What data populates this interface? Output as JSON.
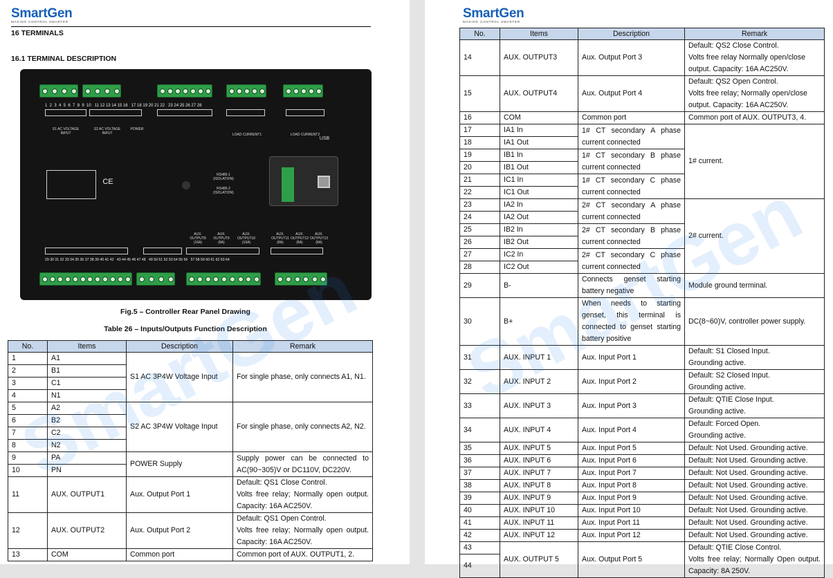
{
  "brand": {
    "name": "SmartGen",
    "tagline": "MAKING CONTROL SMARTER",
    "color": "#1560b8"
  },
  "left": {
    "section": "16   TERMINALS",
    "subsection": "16.1   TERMINAL DESCRIPTION",
    "figure_caption": "Fig.5 – Controller Rear Panel Drawing",
    "table_caption": "Table 26 – Inputs/Outputs Function Description",
    "panel": {
      "top_numbers": "1  2  3  4  5  6  7  8  9  10   11 12 13 14 15 16   17 18 19 20 21 22   23 24 25 26 27 28",
      "labels": [
        "S1 AC VOLTAGE INPUT",
        "S2 AC VOLTAGE INPUT",
        "POWER",
        "LOAD CURRENT1",
        "LOAD CURRENT2",
        "USB",
        "RS485-1 (ISOLATION)",
        "RS485-2 (ISOLATION)",
        "CE"
      ],
      "bottom_numbers": "29 30 31 32 33 34 35 36 37 38 39 40 41 42   43 44 45 46 47 48   49 50 51 52 53 54 55 56   57 58 59 60 61 62 63 64",
      "aux_labels": [
        "AUX. OUTPUT8 (16A)",
        "AUX. OUTPUT9 (8A)",
        "AUX. OUTPUT10 (16A)",
        "AUX. OUTPUT11 (8A)",
        "AUX. OUTPUT12 (8A)",
        "AUX. OUTPUT13 (8A)"
      ]
    }
  },
  "table": {
    "headers": [
      "No.",
      "Items",
      "Description",
      "Remark"
    ],
    "left_rows": [
      {
        "no": "1",
        "item": "A1"
      },
      {
        "no": "2",
        "item": "B1"
      },
      {
        "no": "3",
        "item": "C1"
      },
      {
        "no": "4",
        "item": "N1"
      },
      {
        "no": "5",
        "item": "A2"
      },
      {
        "no": "6",
        "item": "B2"
      },
      {
        "no": "7",
        "item": "C2"
      },
      {
        "no": "8",
        "item": "N2"
      },
      {
        "no": "9",
        "item": "PA"
      },
      {
        "no": "10",
        "item": "PN"
      },
      {
        "no": "11",
        "item": "AUX. OUTPUT1"
      },
      {
        "no": "12",
        "item": "AUX. OUTPUT2"
      },
      {
        "no": "13",
        "item": "COM"
      }
    ],
    "left_desc": {
      "s1": "S1 AC 3P4W Voltage Input",
      "s1_remark": "For single phase, only connects A1, N1.",
      "s2": "S2 AC 3P4W Voltage Input",
      "s2_remark": "For single phase, only connects A2, N2.",
      "power": "POWER Supply",
      "power_remark": "Supply power can be connected to AC(90~305)V or DC110V, DC220V.",
      "out1": "Aux. Output Port 1",
      "out1_r1": "Default: QS1 Close Control.",
      "out1_r2": "Volts free relay; Normally open output. Capacity: 16A AC250V.",
      "out2": "Aux. Output Port 2",
      "out2_r1": "Default: QS1 Open Control.",
      "out2_r2": "Volts free relay; Normally open output. Capacity: 16A AC250V.",
      "com": "Common port",
      "com_remark": "Common port of AUX. OUTPUT1, 2."
    },
    "right_rows": [
      {
        "no": "14",
        "item": "AUX. OUTPUT3",
        "desc": "Aux. Output Port 3",
        "r1": "Default: QS2 Close Control.",
        "r2": "Volts free relay Normally open/close output. Capacity: 16A AC250V."
      },
      {
        "no": "15",
        "item": "AUX. OUTPUT4",
        "desc": "Aux. Output Port 4",
        "r1": "Default: QS2 Open Control.",
        "r2": "Volts free relay; Normally open/close output. Capacity: 16A AC250V."
      },
      {
        "no": "16",
        "item": "COM",
        "desc": "Common port",
        "remark": "Common port of AUX. OUTPUT3, 4."
      }
    ],
    "ct": [
      {
        "no": "17",
        "item": "IA1 In"
      },
      {
        "no": "18",
        "item": "IA1 Out"
      },
      {
        "no": "19",
        "item": "IB1 In"
      },
      {
        "no": "20",
        "item": "IB1 Out"
      },
      {
        "no": "21",
        "item": "IC1 In"
      },
      {
        "no": "22",
        "item": "IC1 Out"
      },
      {
        "no": "23",
        "item": "IA2 In"
      },
      {
        "no": "24",
        "item": "IA2 Out"
      },
      {
        "no": "25",
        "item": "IB2 In"
      },
      {
        "no": "26",
        "item": "IB2 Out"
      },
      {
        "no": "27",
        "item": "IC2 In"
      },
      {
        "no": "28",
        "item": "IC2 Out"
      }
    ],
    "ct_desc": {
      "a1": "1# CT secondary A phase current connected",
      "b1": "1# CT secondary B phase current connected",
      "c1": "1# CT secondary C phase current connected",
      "r1": "1# current.",
      "a2": "2# CT secondary A phase current connected",
      "b2": "2# CT secondary B phase current connected",
      "c2": "2# CT secondary C phase current connected",
      "r2": "2# current."
    },
    "bminus": {
      "no": "29",
      "item": "B-",
      "desc": "Connects genset starting battery negative",
      "remark": "Module ground terminal."
    },
    "bplus": {
      "no": "30",
      "item": "B+",
      "desc": "When needs to starting genset, this terminal is connected to genset starting battery positive",
      "remark": "DC(8~60)V, controller power supply."
    },
    "inputs_two_line": [
      {
        "no": "31",
        "item": "AUX. INPUT 1",
        "desc": "Aux. Input Port 1",
        "r1": "Default: S1 Closed Input.",
        "r2": "Grounding active."
      },
      {
        "no": "32",
        "item": "AUX. INPUT 2",
        "desc": "Aux. Input Port 2",
        "r1": "Default: S2 Closed Input.",
        "r2": "Grounding active."
      },
      {
        "no": "33",
        "item": "AUX. INPUT 3",
        "desc": "Aux. Input Port 3",
        "r1": "Default: QTIE Close Input.",
        "r2": "Grounding active."
      },
      {
        "no": "34",
        "item": "AUX. INPUT 4",
        "desc": "Aux. Input Port 4",
        "r1": "Default: Forced Open.",
        "r2": "Grounding active."
      }
    ],
    "inputs_one_line": [
      {
        "no": "35",
        "item": "AUX. INPUT 5",
        "desc": "Aux. Input Port 5",
        "remark": "Default: Not Used. Grounding active."
      },
      {
        "no": "36",
        "item": "AUX. INPUT 6",
        "desc": "Aux. Input Port 6",
        "remark": "Default: Not Used. Grounding active."
      },
      {
        "no": "37",
        "item": "AUX. INPUT 7",
        "desc": "Aux. Input Port 7",
        "remark": "Default: Not Used. Grounding active."
      },
      {
        "no": "38",
        "item": "AUX. INPUT 8",
        "desc": "Aux. Input Port 8",
        "remark": "Default: Not Used. Grounding active."
      },
      {
        "no": "39",
        "item": "AUX. INPUT 9",
        "desc": "Aux. Input Port 9",
        "remark": "Default: Not Used. Grounding active."
      },
      {
        "no": "40",
        "item": "AUX. INPUT 10",
        "desc": "Aux. Input Port 10",
        "remark": "Default: Not Used. Grounding active."
      },
      {
        "no": "41",
        "item": "AUX. INPUT 11",
        "desc": "Aux. Input Port 11",
        "remark": "Default: Not Used. Grounding active."
      },
      {
        "no": "42",
        "item": "AUX. INPUT 12",
        "desc": "Aux. Input Port 12",
        "remark": "Default: Not Used. Grounding active."
      }
    ],
    "out5": {
      "no1": "43",
      "no2": "44",
      "item": "AUX. OUTPUT 5",
      "desc": "Aux. Output Port 5",
      "r1": "Default: QTIE Close Control.",
      "r2": "Volts free relay; Normally Open output. Capacity: 8A 250V."
    }
  }
}
